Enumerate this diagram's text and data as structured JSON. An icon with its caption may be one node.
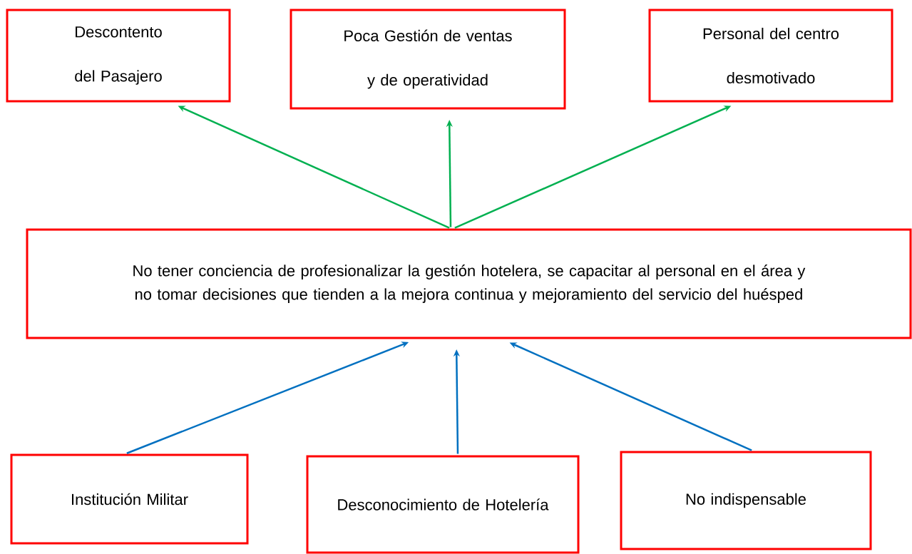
{
  "diagram": {
    "nodes": [
      {
        "text": [
          "Descontento del Pasajero"
        ]
      },
      {
        "text": [
          "Poca Gestión de ventas y de operatividad"
        ]
      },
      {
        "text": [
          "Personal del centro desmotivado"
        ]
      },
      {
        "text": [
          "No tener conciencia de profesionalizar la gestión hotelera, se capacitar al personal en el área y no tomar decisiones que tienden a la mejora continua y mejoramiento del servicio del huésped"
        ]
      },
      {
        "text": [
          "Institución Militar"
        ]
      },
      {
        "text": [
          "Desconocimiento de Hotelería"
        ]
      },
      {
        "text": [
          "No indispensable"
        ]
      }
    ],
    "edges": [
      {
        "from": 3,
        "to": 0,
        "arrow": "to",
        "color": "#00b050"
      },
      {
        "from": 3,
        "to": 1,
        "arrow": "to",
        "color": "#00b050"
      },
      {
        "from": 3,
        "to": 2,
        "arrow": "to",
        "color": "#00b050"
      },
      {
        "from": 4,
        "to": 3,
        "arrow": "to",
        "color": "#0070c0"
      },
      {
        "from": 5,
        "to": 3,
        "arrow": "to",
        "color": "#0070c0"
      },
      {
        "from": 6,
        "to": 3,
        "arrow": "to",
        "color": "#0070c0"
      }
    ]
  }
}
